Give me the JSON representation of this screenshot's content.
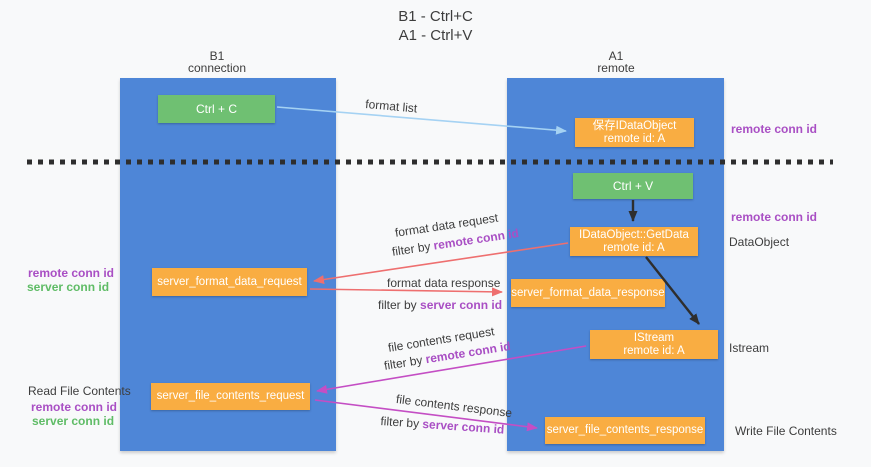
{
  "title": {
    "line1": "B1 - Ctrl+C",
    "line2": "A1 - Ctrl+V"
  },
  "columns": {
    "left": {
      "name_line": "B1",
      "role_line": "connection"
    },
    "right": {
      "name_line": "A1",
      "role_line": "remote"
    }
  },
  "boxes": {
    "ctrl_c": "Ctrl + C",
    "ctrl_v": "Ctrl + V",
    "save_idataobject": {
      "line1": "保存IDataObject",
      "line2": "remote id: A"
    },
    "getdata": {
      "line1": "IDataObject::GetData",
      "line2": "remote id: A"
    },
    "istream": {
      "line1": "IStream",
      "line2": "remote id: A"
    },
    "server_format_data_request": "server_format_data_request",
    "server_format_data_response": "server_format_data_response",
    "server_file_contents_request": "server_file_contents_request",
    "server_file_contents_response": "server_file_contents_response"
  },
  "flows": {
    "format_list": {
      "label": "format list"
    },
    "format_data_request": {
      "label": "format data request",
      "filter_prefix": "filter by ",
      "filter_id": "remote conn id"
    },
    "format_data_response": {
      "label": "format data response",
      "filter_prefix": "filter by ",
      "filter_id": "server conn id"
    },
    "file_contents_request": {
      "label": "file contents request",
      "filter_prefix": "filter by ",
      "filter_id": "remote conn id"
    },
    "file_contents_response": {
      "label": "file contents response",
      "filter_prefix": "filter by ",
      "filter_id": "server conn id"
    }
  },
  "annotations": {
    "remote_conn_id_top_right": "remote conn id",
    "remote_conn_id_mid_right": "remote conn id",
    "dataobject": "DataObject",
    "istream": "Istream",
    "remote_conn_id_left_1": "remote conn id",
    "server_conn_id_left_1": "server conn id",
    "read_file_contents": "Read File Contents",
    "remote_conn_id_left_2": "remote conn id",
    "server_conn_id_left_2": "server conn id",
    "write_file_contents": "Write File Contents"
  },
  "colors": {
    "lifeline_blue": "#4e86d7",
    "box_green": "#6fc072",
    "box_orange": "#f9ad42",
    "arrow_light_blue": "#a5d2f3",
    "arrow_red": "#ee6f6f",
    "arrow_magenta": "#c44ec4",
    "arrow_black": "#2e2e2e",
    "text_purple": "#a94fc4",
    "text_green": "#5fbc66",
    "text_dark": "#3d3d3d"
  }
}
